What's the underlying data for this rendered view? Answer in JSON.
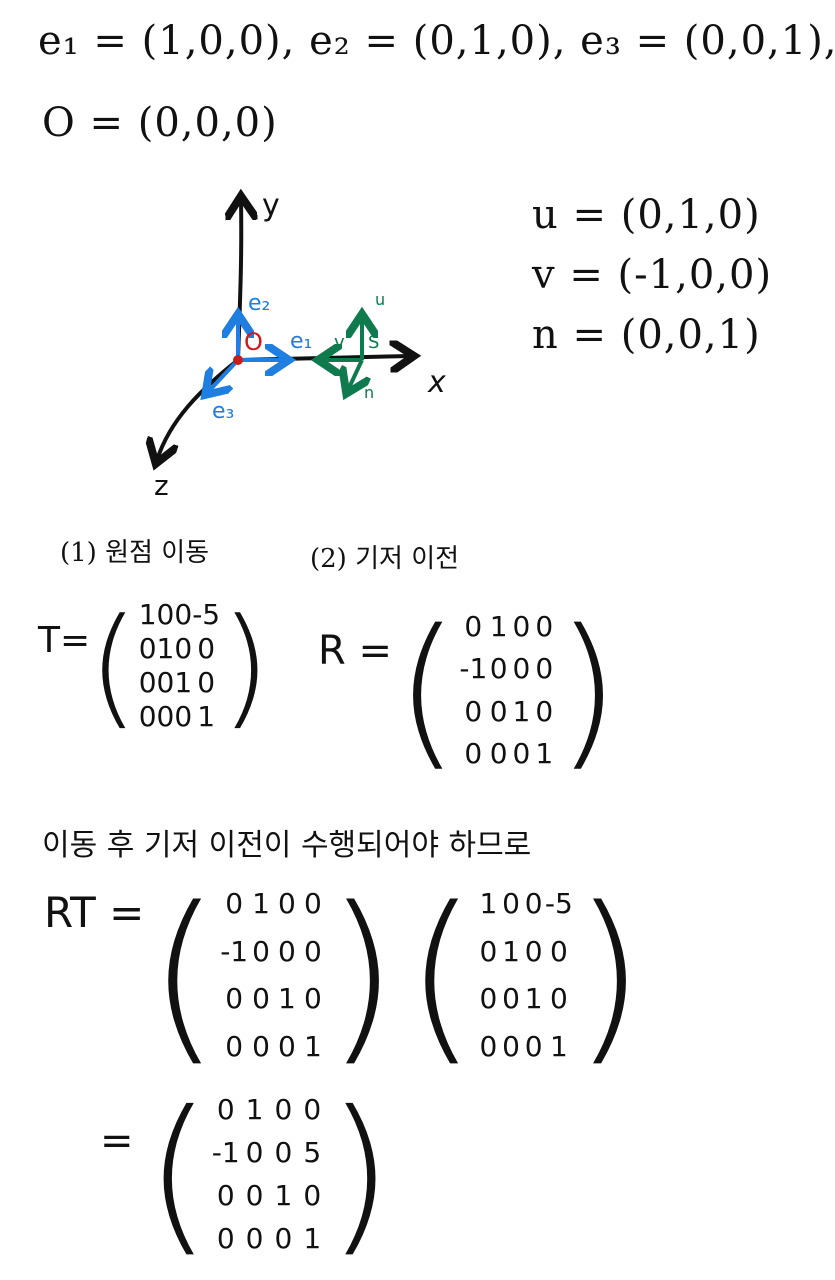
{
  "basis": {
    "e1": "e₁ = (1,0,0)",
    "e2": "e₂ = (0,1,0)",
    "e3": "e₃ = (0,0,1)",
    "sep": ",",
    "origin": "O = (0,0,0)"
  },
  "diagram": {
    "y_label": "y",
    "x_label": "x",
    "z_label": "z",
    "e1_label": "e₁",
    "e2_label": "e₂",
    "e3_label": "e₃",
    "o_label": "O",
    "u_label": "u",
    "v_label": "v",
    "n_label": "n",
    "s_label": "S",
    "colors": {
      "black": "#111111",
      "blue": "#1e7fe0",
      "green": "#0e7a4e",
      "red": "#d01a1a"
    }
  },
  "vectors": {
    "u": "u = (0,1,0)",
    "v": "v = (-1,0,0)",
    "n": "n = (0,0,1)"
  },
  "sections": {
    "s1": "(1) 원점 이동",
    "s2": "(2) 기저 이전"
  },
  "matrices": {
    "T": {
      "name": "T=",
      "rows": [
        [
          "1",
          "0",
          "0",
          "-5"
        ],
        [
          "0",
          "1",
          "0",
          "0"
        ],
        [
          "0",
          "0",
          "1",
          "0"
        ],
        [
          "0",
          "0",
          "0",
          "1"
        ]
      ]
    },
    "R": {
      "name": "R =",
      "rows": [
        [
          "0",
          "1",
          "0",
          "0"
        ],
        [
          "-1",
          "0",
          "0",
          "0"
        ],
        [
          "0",
          "0",
          "1",
          "0"
        ],
        [
          "0",
          "0",
          "0",
          "1"
        ]
      ]
    },
    "RT_name": "RT =",
    "eq": "=",
    "result": {
      "rows": [
        [
          "0",
          "1",
          "0",
          "0"
        ],
        [
          "-1",
          "0",
          "0",
          "5"
        ],
        [
          "0",
          "0",
          "1",
          "0"
        ],
        [
          "0",
          "0",
          "0",
          "1"
        ]
      ]
    }
  },
  "note": "이동 후 기저 이전이 수행되어야 하므로"
}
